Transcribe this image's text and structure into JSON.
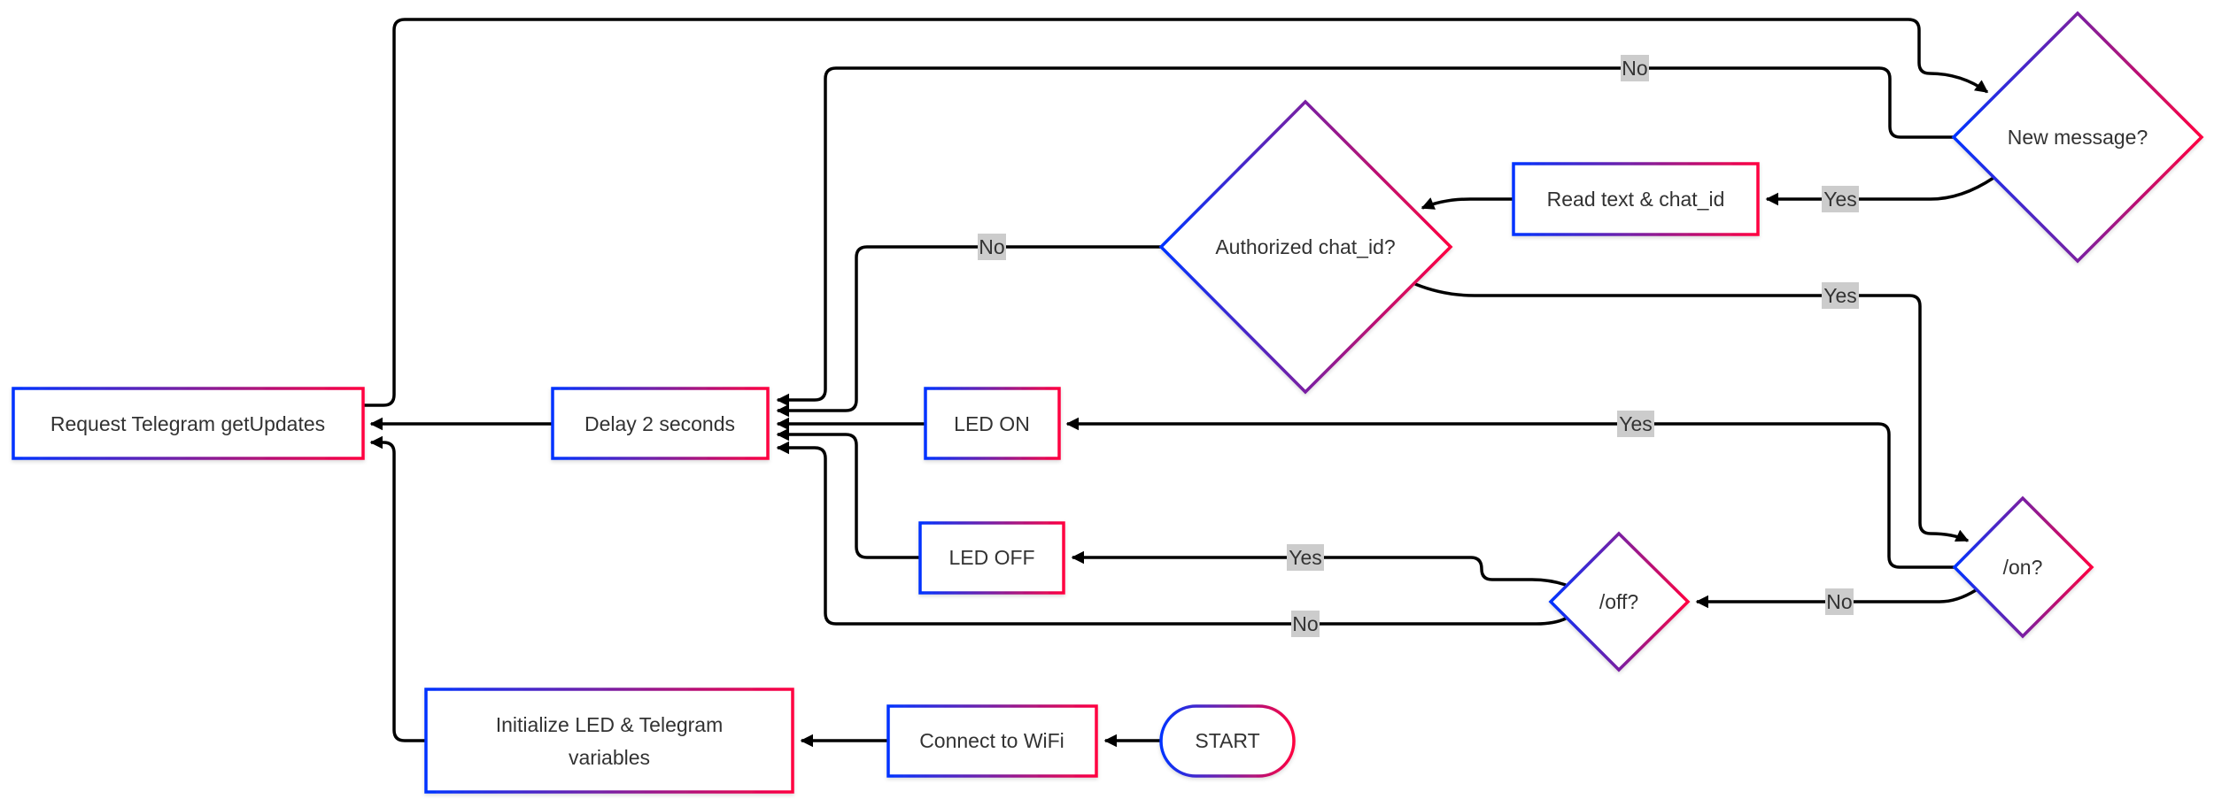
{
  "diagram": {
    "type": "flowchart",
    "colors": {
      "gradient_start": "#0033ff",
      "gradient_mid": "#7a1fa2",
      "gradient_end": "#ff0040",
      "edge": "#000000",
      "label_bg": "#cccccc",
      "text": "#333333"
    },
    "nodes": {
      "start": "START",
      "connect_wifi": "Connect to WiFi",
      "init_line1": "Initialize LED & Telegram",
      "init_line2": "variables",
      "request": "Request Telegram getUpdates",
      "new_message": "New message?",
      "read_text": "Read text & chat_id",
      "authorized": "Authorized chat_id?",
      "on_check": "/on?",
      "off_check": "/off?",
      "led_on": "LED ON",
      "led_off": "LED OFF",
      "delay": "Delay 2 seconds"
    },
    "edge_labels": {
      "new_message_no": "No",
      "new_message_yes": "Yes",
      "authorized_no": "No",
      "authorized_yes": "Yes",
      "on_yes": "Yes",
      "on_no": "No",
      "off_yes": "Yes",
      "off_no": "No"
    }
  }
}
